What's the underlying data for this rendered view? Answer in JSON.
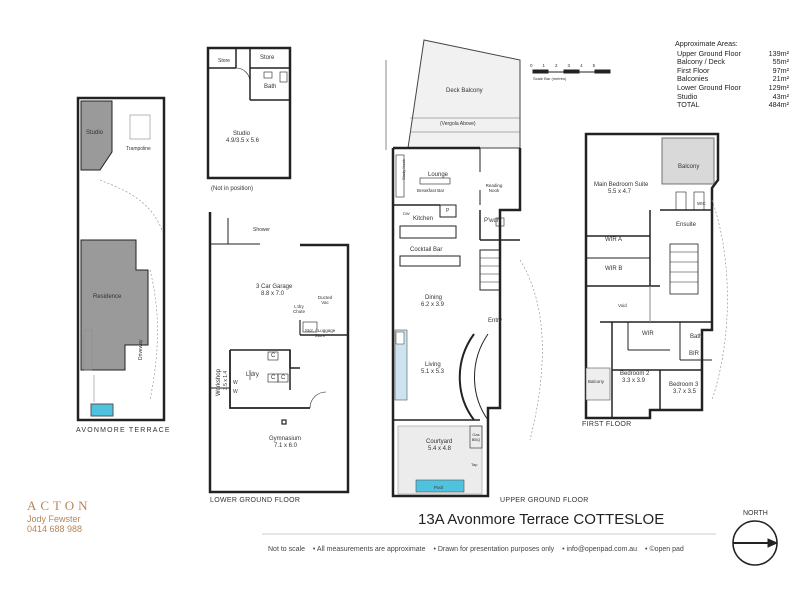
{
  "areas": {
    "title": "Approximate Areas:",
    "rows": [
      {
        "label": "Upper Ground Floor",
        "value": "139m²"
      },
      {
        "label": "Balcony / Deck",
        "value": "55m²"
      },
      {
        "label": "First Floor",
        "value": "97m²"
      },
      {
        "label": "Balconies",
        "value": "21m²"
      },
      {
        "label": "Lower Ground Floor",
        "value": "129m²"
      },
      {
        "label": "Studio",
        "value": "43m²"
      },
      {
        "label": "TOTAL",
        "value": "484m²"
      }
    ]
  },
  "scale_bar": {
    "ticks": [
      "0",
      "1",
      "2",
      "3",
      "4",
      "5"
    ],
    "caption": "Scale Bar (metres)"
  },
  "site": {
    "caption": "AVONMORE TERRACE",
    "studio": "Studio",
    "trampoline": "Trampoline",
    "residence": "Residence",
    "driveway": "Driveway"
  },
  "studio_plan": {
    "store_a": "Store",
    "store_b": "Store",
    "bath": "Bath",
    "studio": "Studio",
    "studio_dims": "4.9/3.5 x 5.6",
    "note": "(Not in position)"
  },
  "lower_ground": {
    "caption": "LOWER GROUND FLOOR",
    "shower": "Shower",
    "garage": "3 Car Garage",
    "garage_dims": "8.8 x 7.0",
    "ldry_chute": "L'dry Chute",
    "ducted_vac": "Ducted Vac",
    "store_luggage": "Stor. / Luggage Store",
    "ldry": "L'dry",
    "workshop": "Workshop",
    "workshop_dims": "3.5 x 1.4",
    "gym": "Gymnasium",
    "gym_dims": "7.1 x 6.0",
    "c1": "C",
    "c2": "C",
    "c3": "C",
    "w1": "W",
    "w2": "W"
  },
  "upper_ground": {
    "caption": "UPPER GROUND FLOOR",
    "deck": "Deck Balcony",
    "pergola": "(Vergola Above)",
    "lounge": "Lounge",
    "study_nook": "Study Nook",
    "breakfast": "Breakfast Bar",
    "reading": "Reading Nook",
    "dw": "DW",
    "pantry": "P",
    "kitchen": "Kitchen",
    "powder": "P'wdr",
    "cocktail": "Cocktail Bar",
    "dining": "Dining",
    "dining_dims": "6.2 x 3.9",
    "entry": "Entry",
    "living": "Living",
    "living_dims": "5.1 x 5.3",
    "courtyard": "Courtyard",
    "courtyard_dims": "5.4 x 4.8",
    "gas_bbq": "Gas BBQ",
    "tap": "Tap",
    "pool": "Pool"
  },
  "first_floor": {
    "caption": "FIRST FLOOR",
    "balcony": "Balcony",
    "main_bed": "Main Bedroom Suite",
    "main_bed_dims": "5.5 x 4.7",
    "wic": "WIC",
    "ensuite": "Ensuite",
    "wir_a": "WIR A",
    "wir_b": "WIR B",
    "void": "Void",
    "wir": "WIR",
    "bath": "Bath",
    "bir": "BIR",
    "balcony2": "Balcony",
    "bed2": "Bedroom 2",
    "bed2_dims": "3.3 x 3.9",
    "bed3": "Bedroom 3",
    "bed3_dims": "3.7 x 3.5"
  },
  "brand": {
    "name": "ACTON",
    "agent": "Jody Fewster",
    "phone": "0414 688 988"
  },
  "address": "13A Avonmore Terrace COTTESLOE",
  "north": "NORTH",
  "footer": [
    "Not to scale",
    "•  All measurements are approximate",
    "•  Drawn for presentation purposes only",
    "•  info@openpad.com.au",
    "•  ©open pad"
  ]
}
